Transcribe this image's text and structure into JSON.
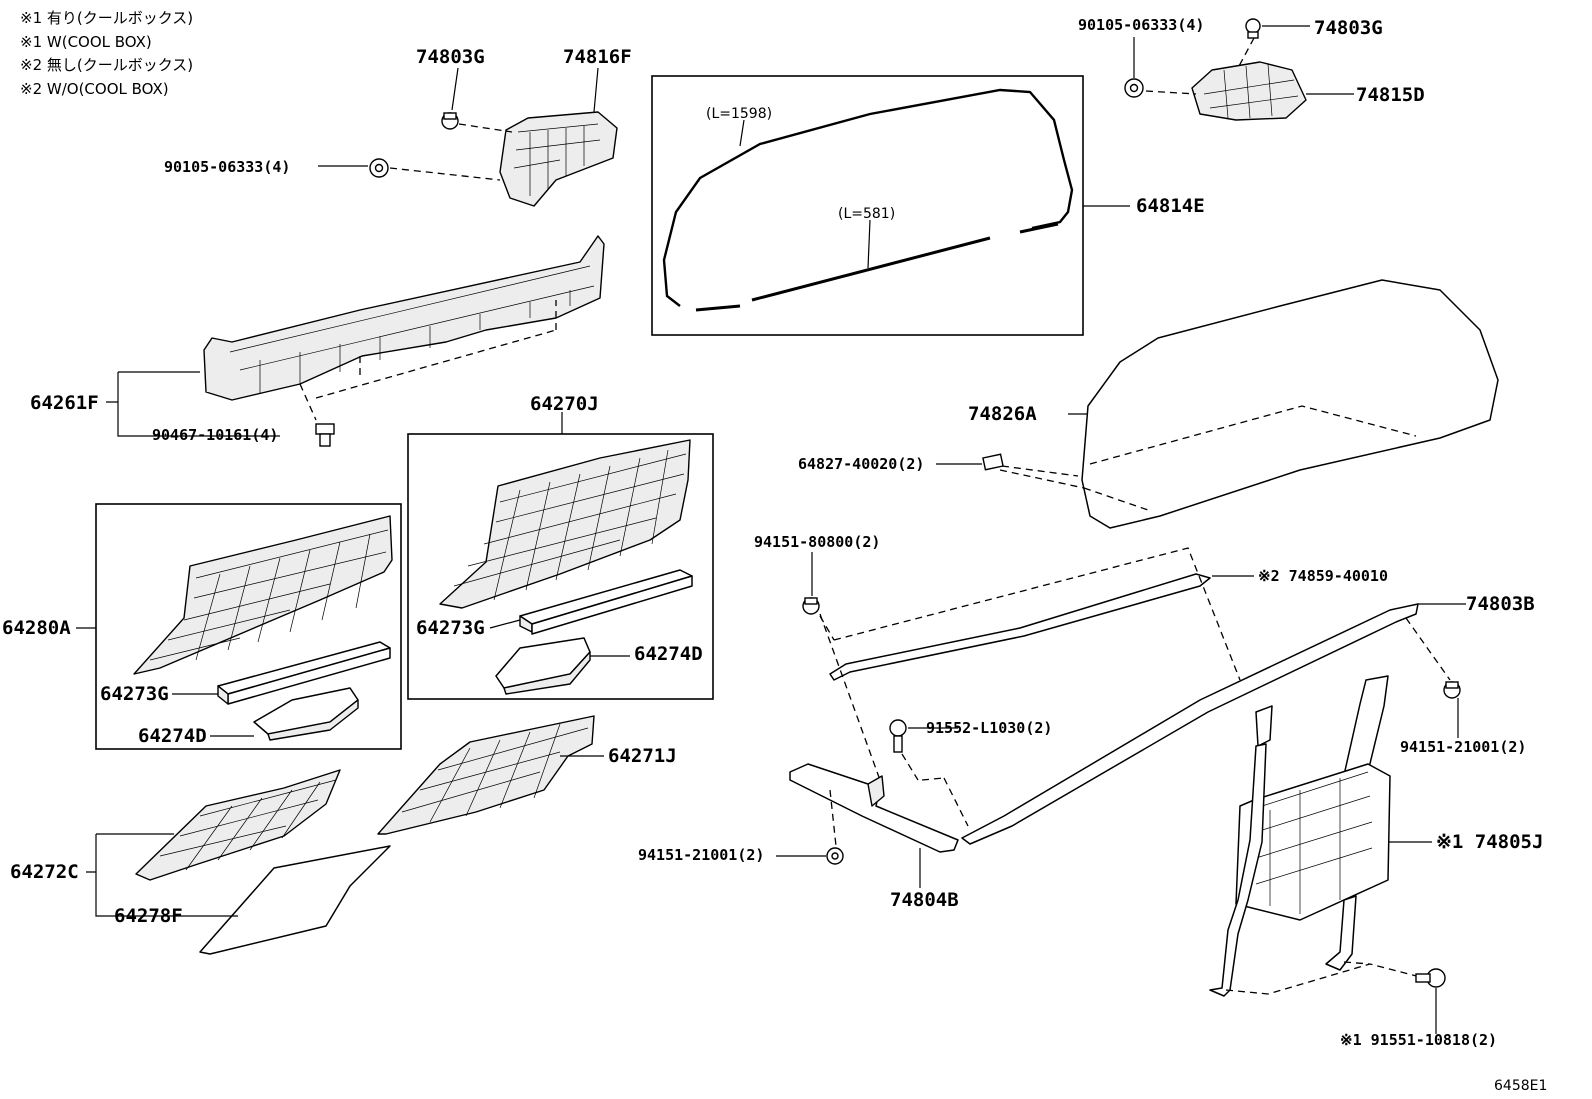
{
  "notes": [
    "※1 有り(クールボックス)",
    "※1 W(COOL BOX)",
    "※2 無し(クールボックス)",
    "※2 W/O(COOL BOX)"
  ],
  "figure_code": "6458E1",
  "dimensions": {
    "long_seal": "(L=1598)",
    "short_seal": "(L=581)"
  },
  "labels": {
    "p74803G_a": "74803G",
    "p74816F": "74816F",
    "p90105_a": "90105-06333(4)",
    "p64261F": "64261F",
    "p90467": "90467-10161(4)",
    "p64814E": "64814E",
    "p90105_b": "90105-06333(4)",
    "p74803G_b": "74803G",
    "p74815D": "74815D",
    "p74826A": "74826A",
    "p64827": "64827-40020(2)",
    "p64270J": "64270J",
    "p64273G_a": "64273G",
    "p64274D_a": "64274D",
    "p64280A": "64280A",
    "p64273G_b": "64273G",
    "p64274D_b": "64274D",
    "p64271J": "64271J",
    "p64272C": "64272C",
    "p64278F": "64278F",
    "p94151_80800": "94151-80800(2)",
    "p74859": "※2 74859-40010",
    "p74803B": "74803B",
    "p94151_21001_r": "94151-21001(2)",
    "p91552": "91552-L1030(2)",
    "p94151_21001_l": "94151-21001(2)",
    "p74804B": "74804B",
    "p74805J": "※1 74805J",
    "p91551": "※1 91551-10818(2)"
  },
  "icons": [
    "clip-fastener-icon",
    "screw-bolt-icon",
    "nut-icon"
  ],
  "colors": {
    "line": "#000000",
    "background": "#ffffff",
    "part_fill": "#ededed"
  }
}
